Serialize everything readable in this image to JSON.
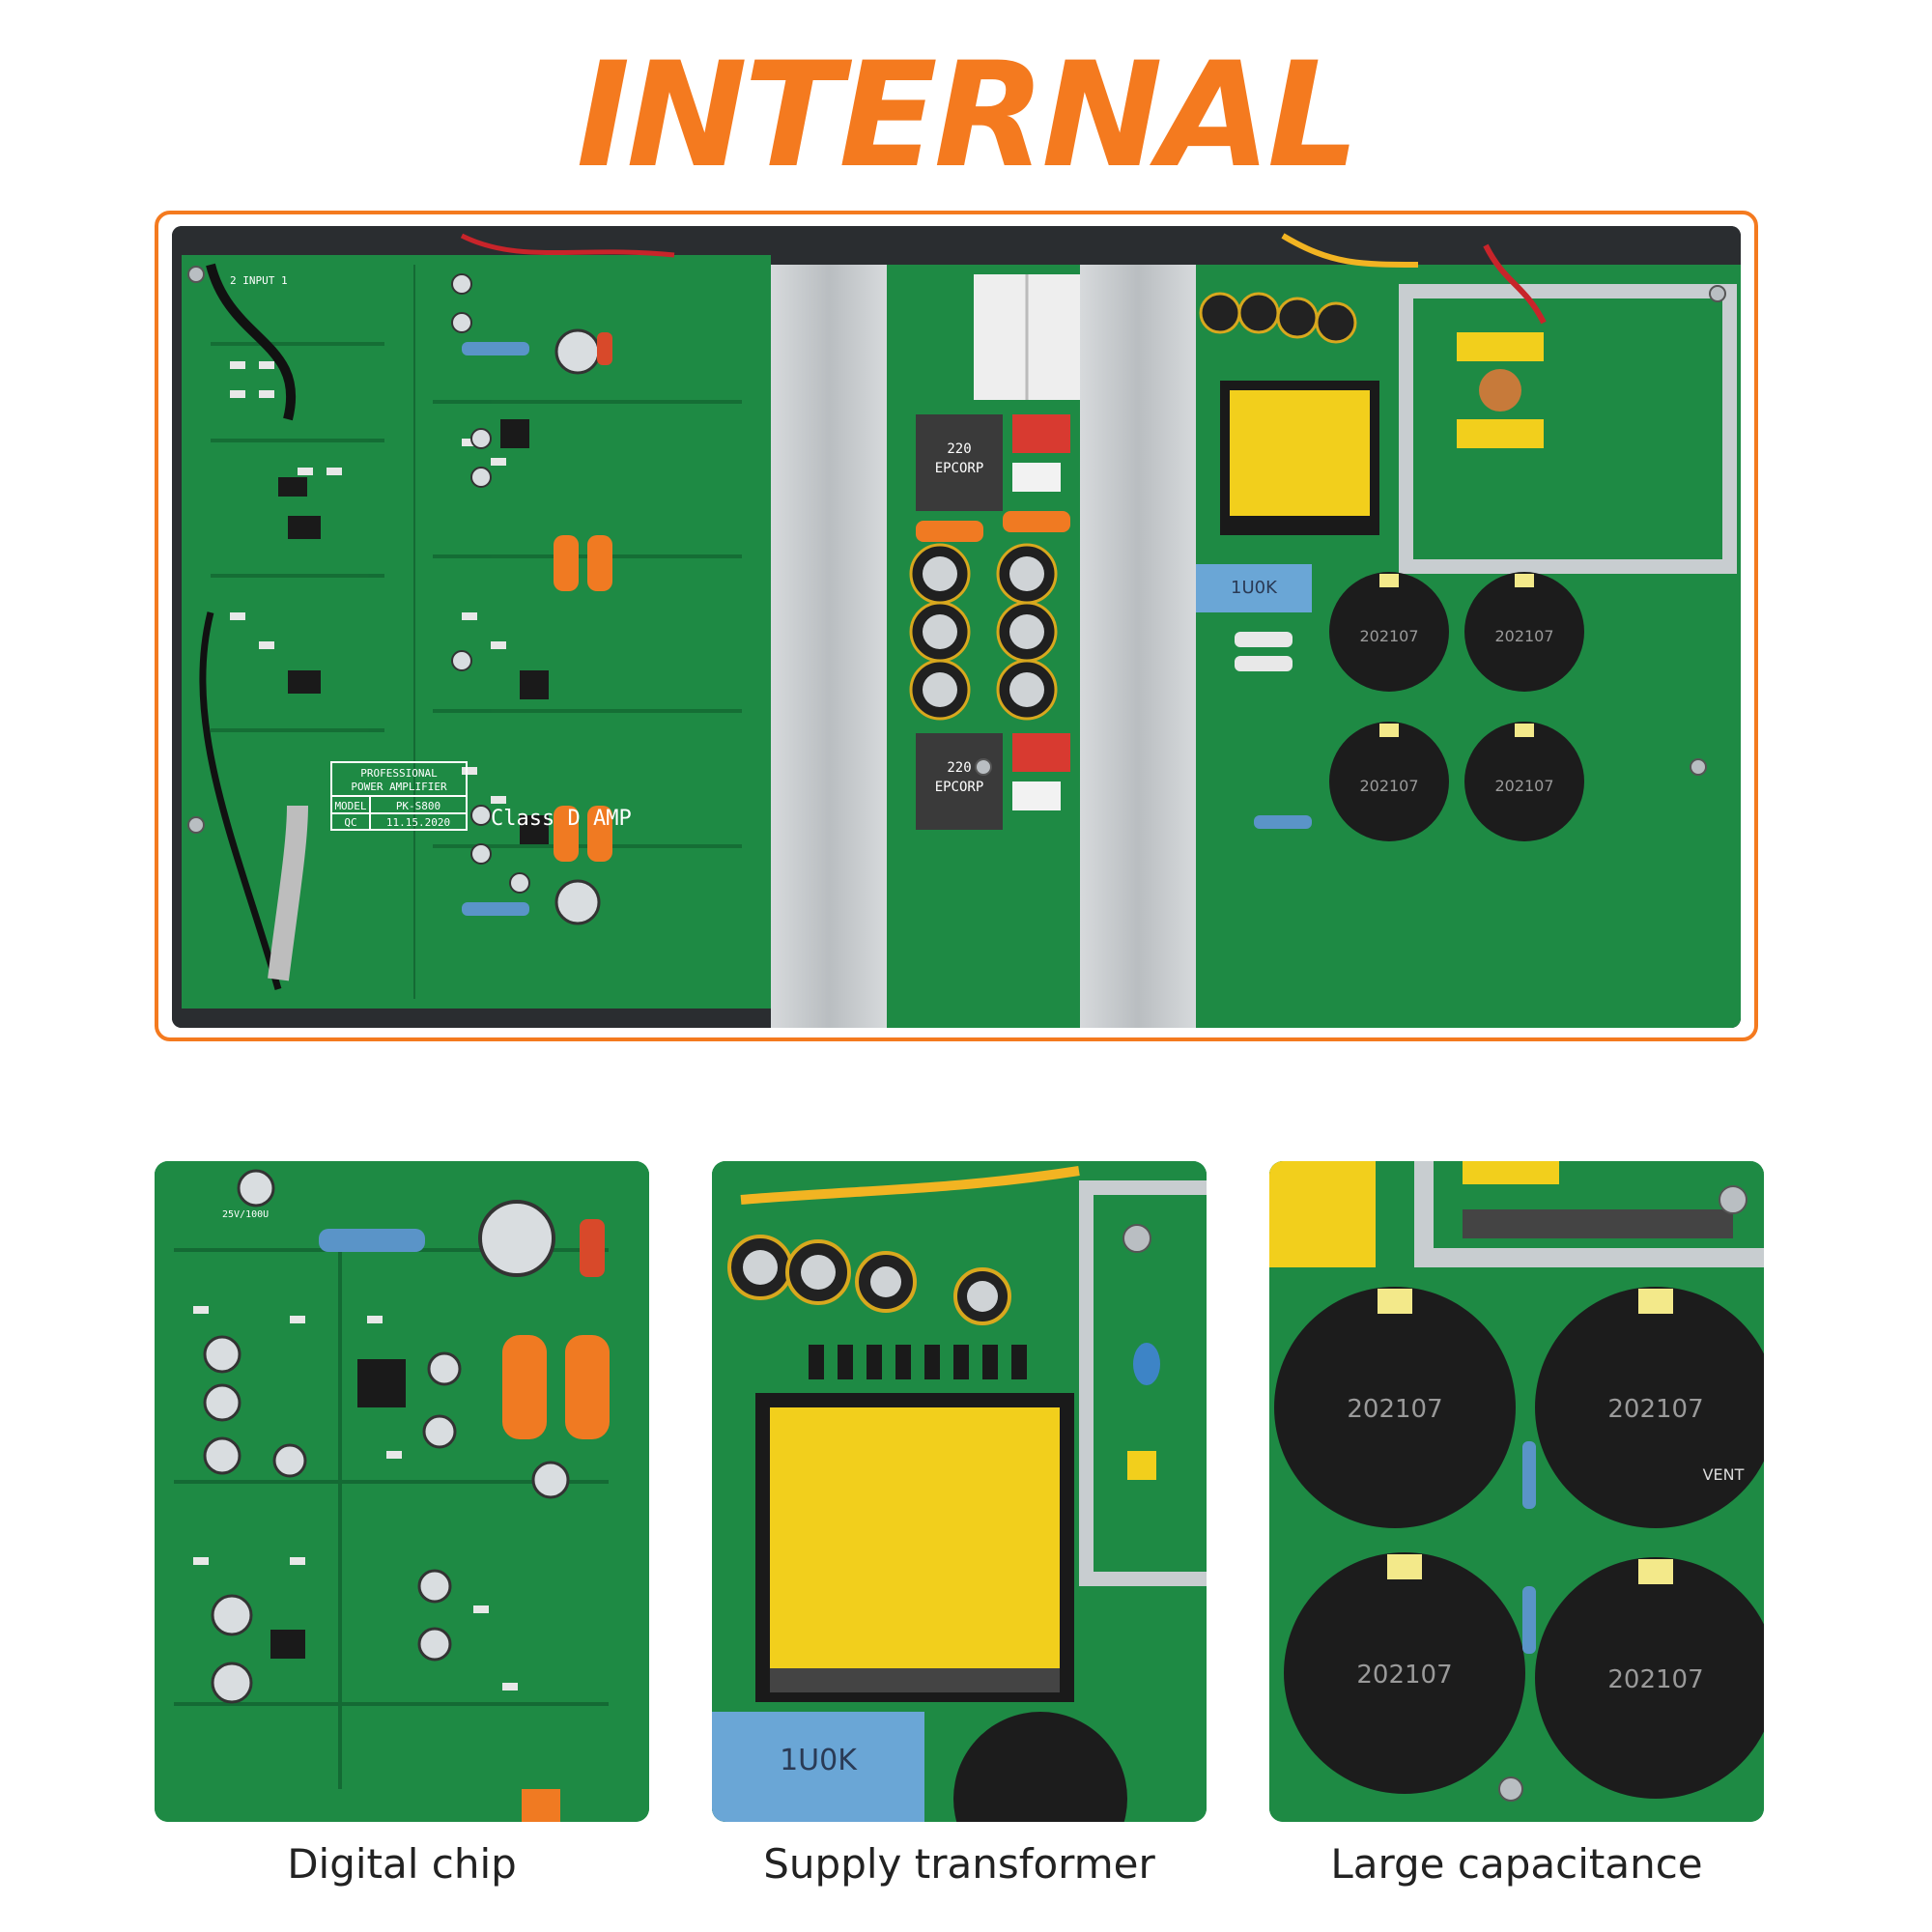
{
  "headline": "INTERNAL",
  "colors": {
    "accent_orange": "#f47a1f",
    "pcb_green": "#1e8a44",
    "pcb_dark_green": "#146a34",
    "heatsink_silver": "#c9cdd0",
    "transformer_yellow": "#f2cf1c",
    "capacitor_black": "#1c1c1c",
    "film_cap_orange": "#f07a22",
    "film_cap_blue": "#6aa6d6"
  },
  "board_markings": {
    "product_line1": "PROFESSIONAL",
    "product_line2": "POWER AMPLIFIER",
    "model_label": "MODEL",
    "model_value": "PK-S800",
    "qc_label": "QC",
    "qc_date": "11.15.2020",
    "amp_class": "Class D AMP",
    "input_label": "2 INPUT 1",
    "inductor_label_1": "220",
    "inductor_label_2": "EPCORP",
    "film_cap_label": "1U0K",
    "electrolytic_voltage": "25V/100U",
    "reservoir_code": "202107",
    "reservoir_vent": "VENT"
  },
  "sections": [
    {
      "caption": "Digital chip",
      "icon": "chip-photo"
    },
    {
      "caption": "Supply transformer",
      "icon": "transformer-photo"
    },
    {
      "caption": "Large capacitance",
      "icon": "capacitor-photo"
    }
  ]
}
